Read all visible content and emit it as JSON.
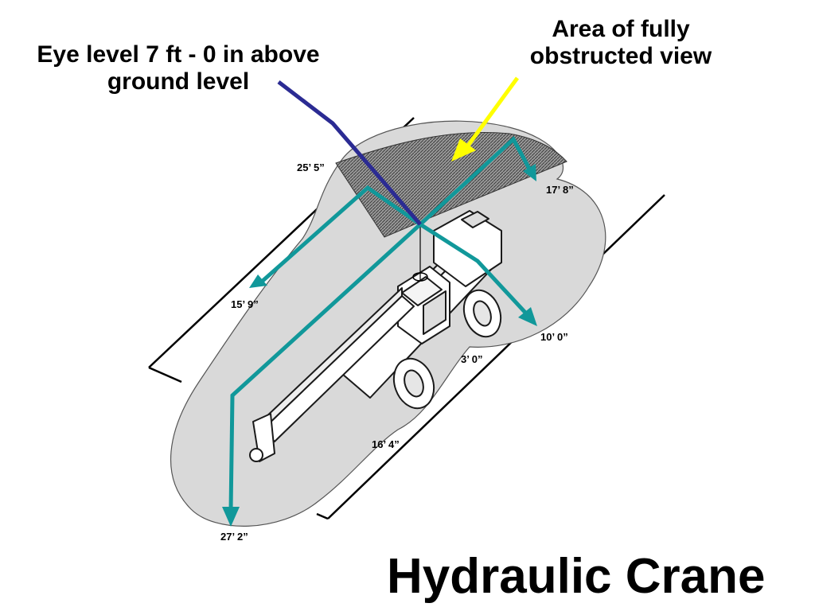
{
  "title": "Hydraulic Crane",
  "callouts": {
    "eye_level": "Eye level 7 ft - 0 in above ground level",
    "obstructed": "Area of fully obstructed view"
  },
  "dimensions": {
    "upper_left": "25’ 5”",
    "upper_right": "17’ 8”",
    "left": "15’ 9”",
    "right": "10’ 0”",
    "rear": "3’ 0”",
    "boom_side": "16’ 4”",
    "front": "27’ 2”"
  },
  "colors": {
    "sight_lines": "#11989a",
    "eye_line": "#2b2b93",
    "obstruction_arrow": "#ffff00",
    "visibility_area": "#d9d9d9",
    "obstructed_area": "#7a7a7a"
  }
}
